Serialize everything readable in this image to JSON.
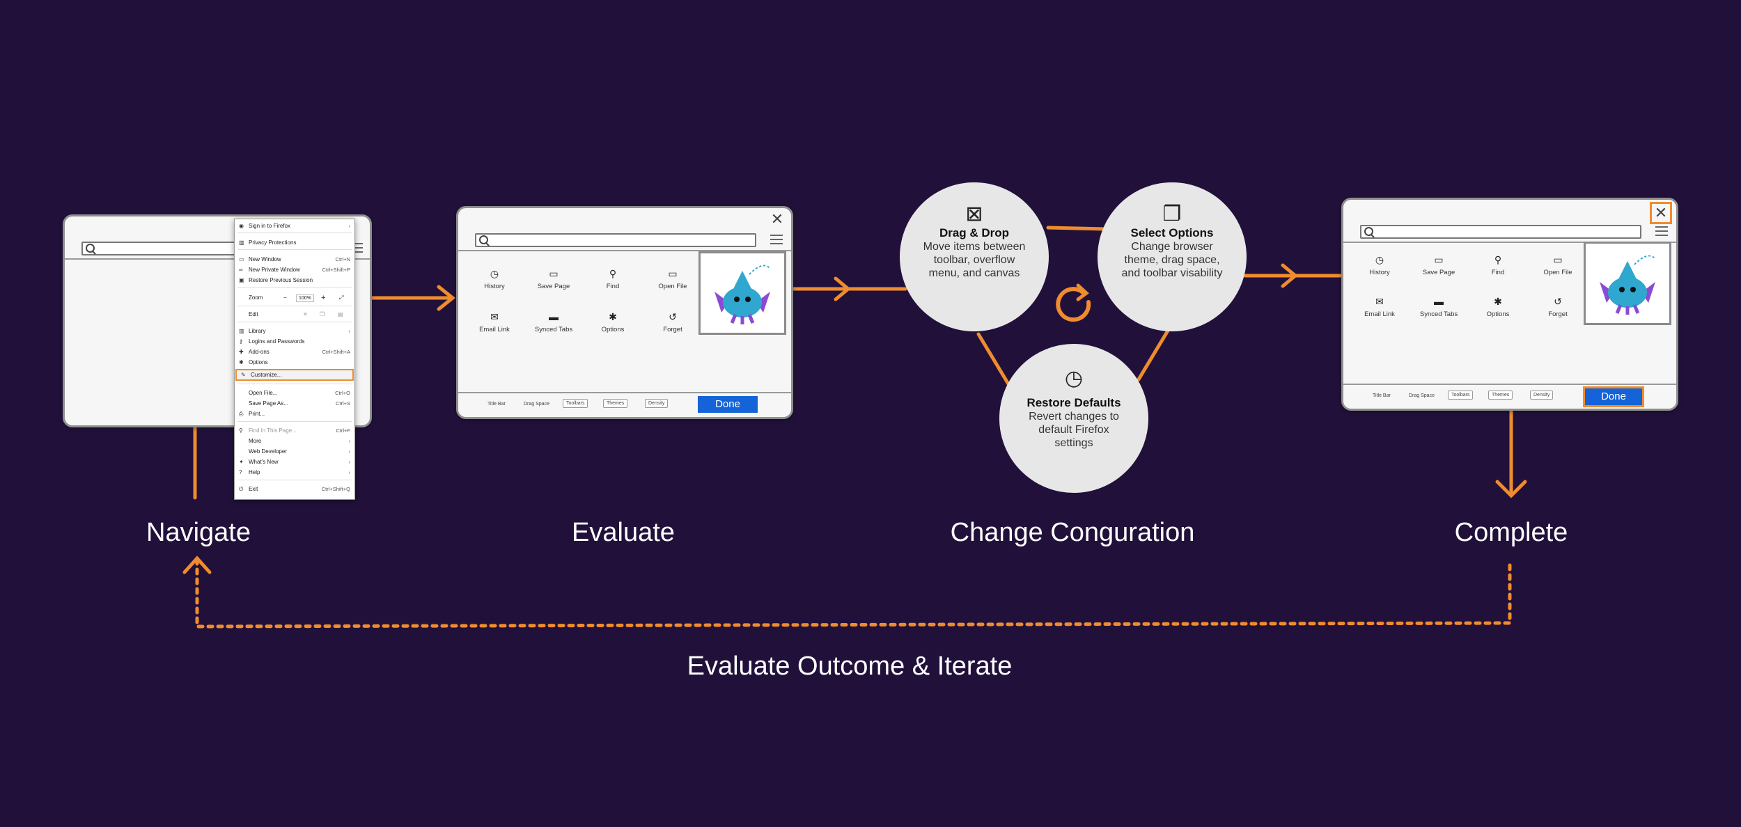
{
  "labels": {
    "navigate": "Navigate",
    "evaluate": "Evaluate",
    "change": "Change  Conguration",
    "complete": "Complete",
    "iterate": "Evaluate Outcome & Iterate"
  },
  "menu": {
    "items": [
      {
        "label": "Sign in to Firefox",
        "shortcut": "›"
      },
      {
        "label": "Privacy Protections",
        "shortcut": ""
      },
      {
        "label": "New Window",
        "shortcut": "Ctrl+N"
      },
      {
        "label": "New Private Window",
        "shortcut": "Ctrl+Shift+P"
      },
      {
        "label": "Restore Previous Session",
        "shortcut": ""
      },
      {
        "label": "Zoom",
        "shortcut": ""
      },
      {
        "label": "Edit",
        "shortcut": ""
      },
      {
        "label": "Library",
        "shortcut": "›"
      },
      {
        "label": "Logins and Passwords",
        "shortcut": ""
      },
      {
        "label": "Add-ons",
        "shortcut": "Ctrl+Shift+A"
      },
      {
        "label": "Options",
        "shortcut": ""
      },
      {
        "label": "Customize...",
        "shortcut": ""
      },
      {
        "label": "Open File...",
        "shortcut": "Ctrl+O"
      },
      {
        "label": "Save Page As...",
        "shortcut": "Ctrl+S"
      },
      {
        "label": "Print...",
        "shortcut": ""
      },
      {
        "label": "Find in This Page...",
        "shortcut": "Ctrl+F"
      },
      {
        "label": "More",
        "shortcut": "›"
      },
      {
        "label": "Web Developer",
        "shortcut": "›"
      },
      {
        "label": "What's New",
        "shortcut": "›"
      },
      {
        "label": "Help",
        "shortcut": "›"
      },
      {
        "label": "Exit",
        "shortcut": "Ctrl+Shift+Q"
      }
    ],
    "zoom_value": "100%"
  },
  "customize": {
    "items": [
      "History",
      "Save Page",
      "Find",
      "Open File",
      "Email Link",
      "Synced Tabs",
      "Options",
      "Forget"
    ],
    "title_bar": "Title Bar",
    "drag_space": "Drag Space",
    "toolbars": "Toolbars",
    "themes": "Themes",
    "density": "Density",
    "done": "Done"
  },
  "steps": {
    "drag": {
      "title": "Drag & Drop",
      "desc": "Move items between toolbar, overflow menu, and canvas"
    },
    "select": {
      "title": "Select Options",
      "desc": "Change browser theme, drag space, and toolbar visability"
    },
    "restore": {
      "title": "Restore Defaults",
      "desc": "Revert changes to default Firefox settings"
    }
  },
  "colors": {
    "background": "#21113a",
    "accent": "#f08c2e",
    "done": "#1463d8"
  }
}
